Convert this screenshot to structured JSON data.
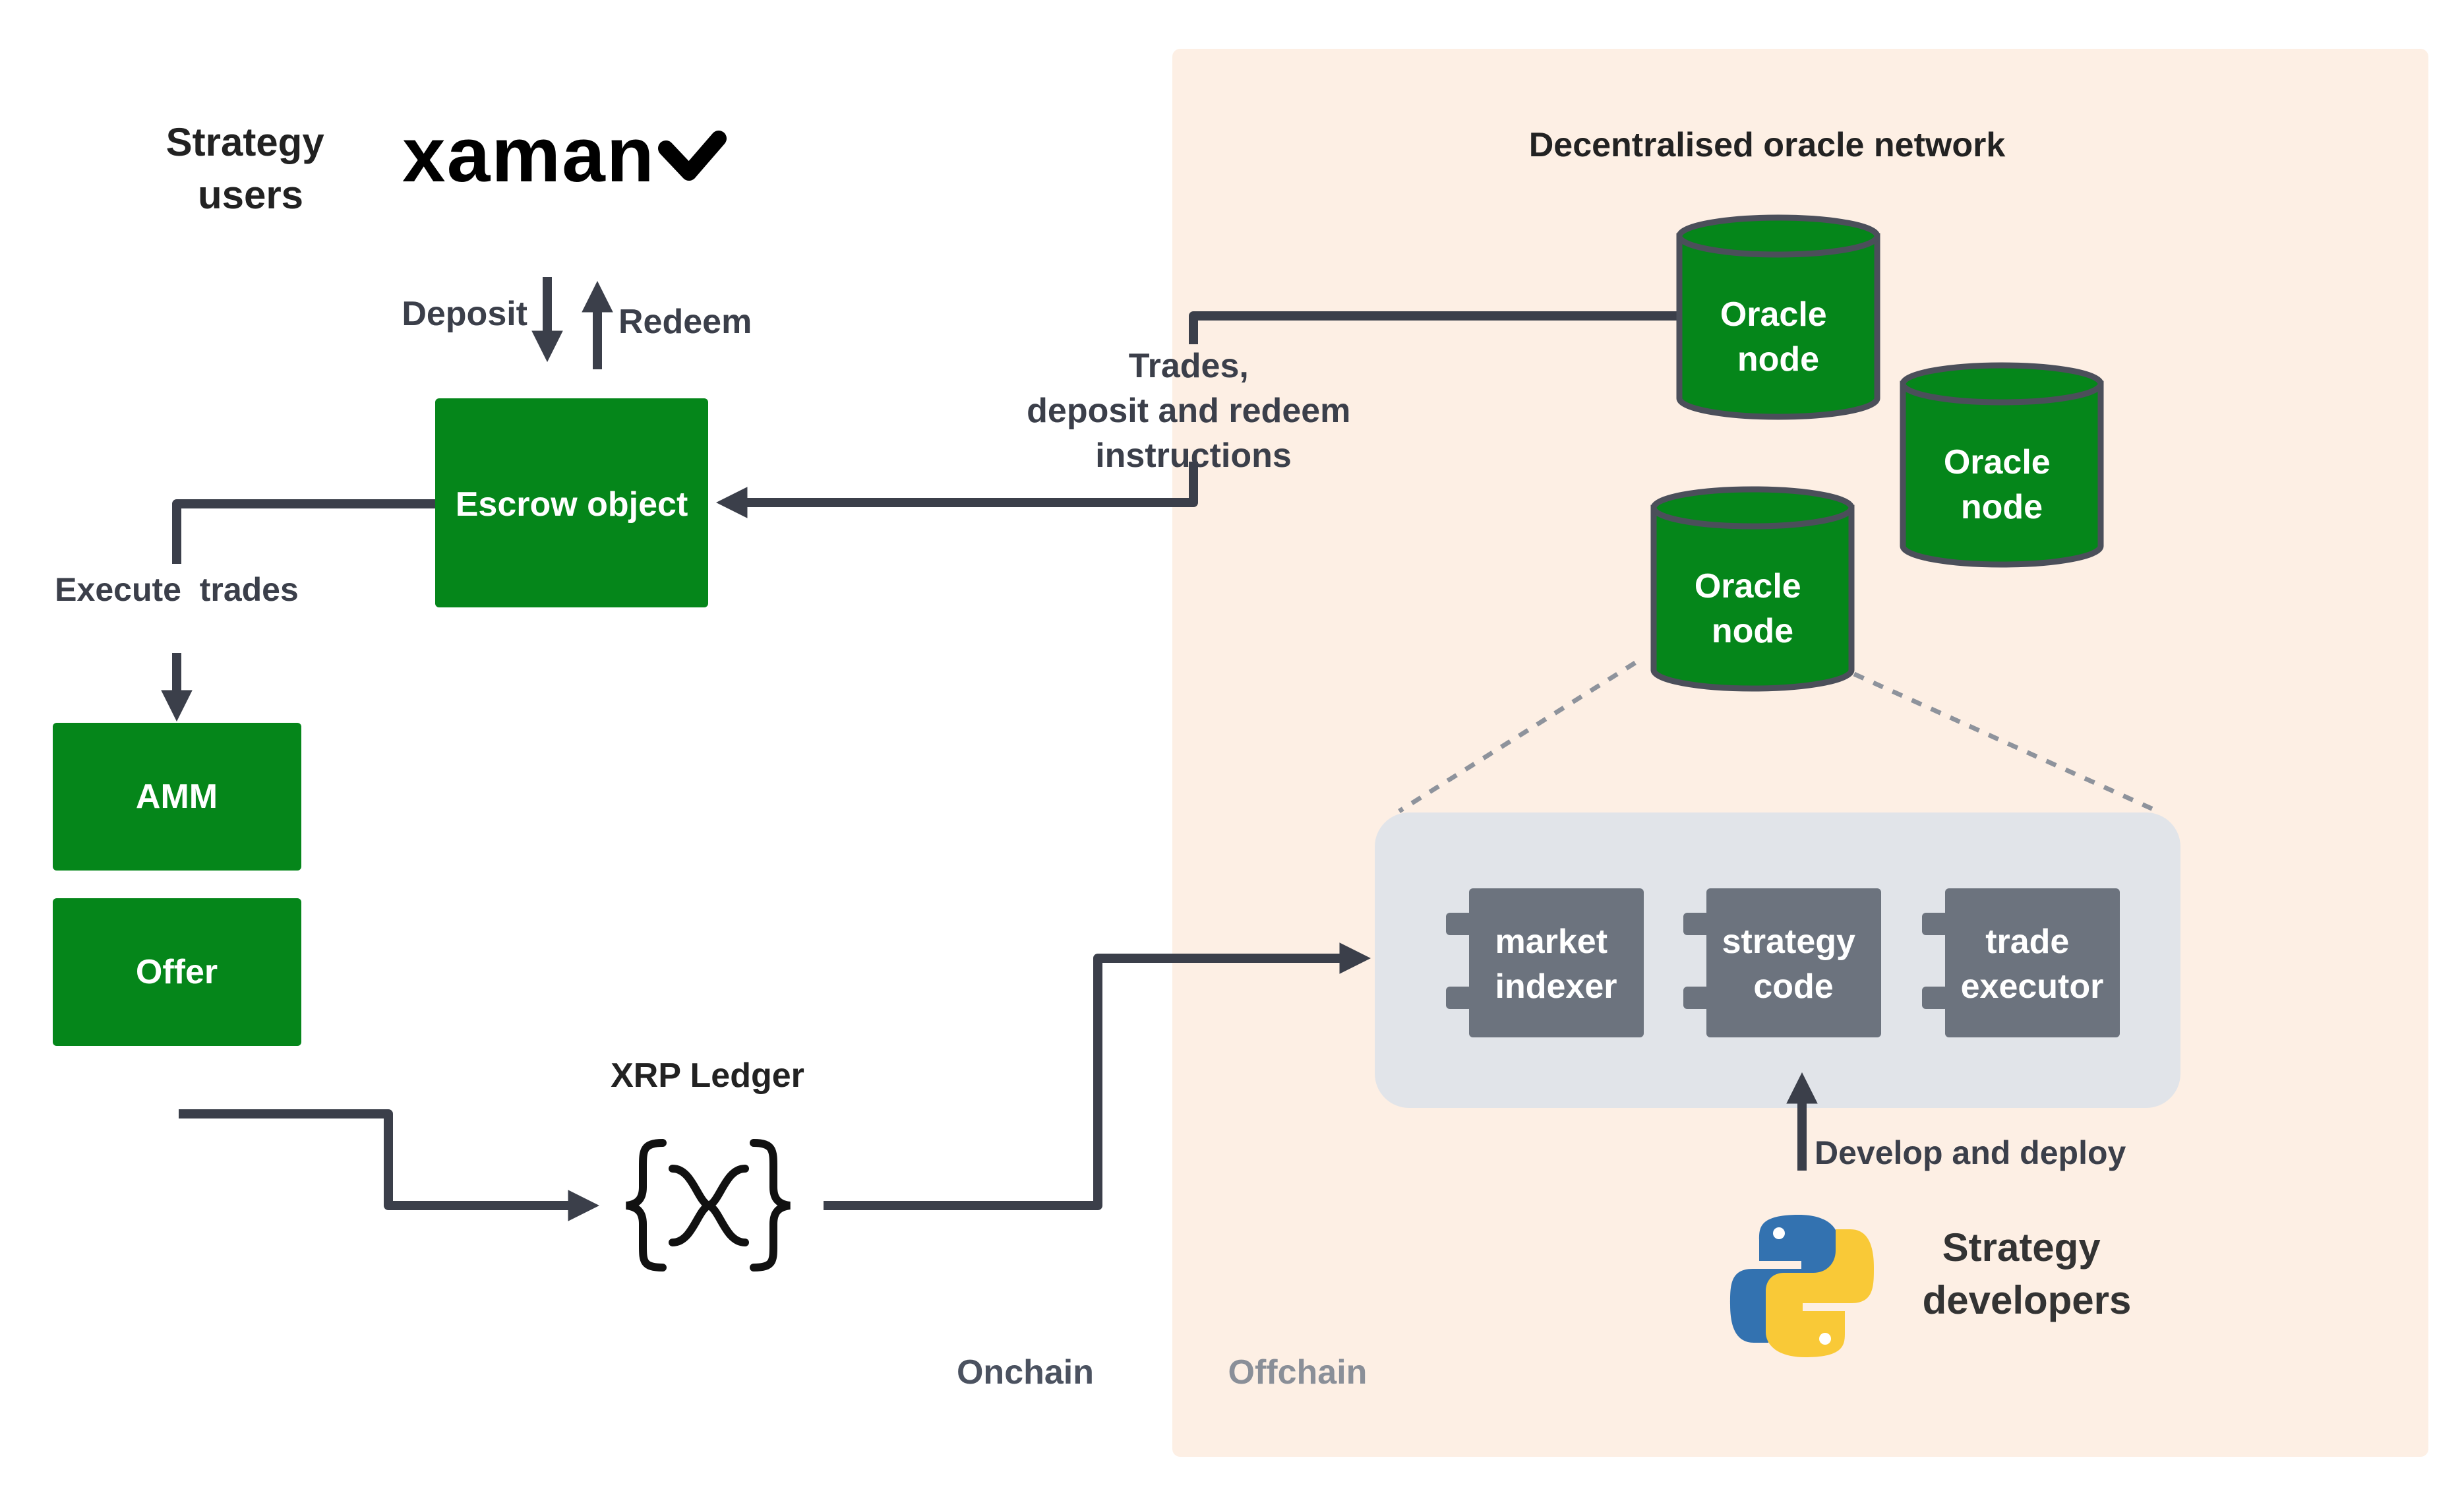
{
  "strategy_users": {
    "line1": "Strategy",
    "line2": "users"
  },
  "logo": {
    "text": "xaman",
    "icon": "checkmark-icon"
  },
  "deposit_label": "Deposit",
  "redeem_label": "Redeem",
  "escrow": {
    "label": "Escrow object"
  },
  "execute_trades_label": "Execute  trades",
  "amm": {
    "label": "AMM"
  },
  "offer": {
    "label": "Offer"
  },
  "xrp_ledger": {
    "label": "XRP Ledger",
    "icon": "xrp-ledger-logo-icon"
  },
  "instructions": {
    "line1": "Trades,",
    "line2": "deposit and redeem",
    "line3": "instructions"
  },
  "oracle_network": {
    "title": "Decentralised oracle network",
    "nodes": [
      {
        "line1": "Oracle",
        "line2": "node"
      },
      {
        "line1": "Oracle",
        "line2": "node"
      },
      {
        "line1": "Oracle",
        "line2": "node"
      }
    ]
  },
  "modules": [
    {
      "line1": "market",
      "line2": "indexer"
    },
    {
      "line1": "strategy",
      "line2": "code"
    },
    {
      "line1": "trade",
      "line2": "executor"
    }
  ],
  "develop_label": "Develop and deploy",
  "developers": {
    "line1": "Strategy",
    "line2": "developers",
    "icon": "python-logo-icon"
  },
  "zones": {
    "onchain": "Onchain",
    "offchain": "Offchain"
  },
  "colors": {
    "green": "#05861a",
    "offchain_bg": "#fdefe4",
    "module_grey": "#6c737e",
    "panel_grey": "#e1e4e9",
    "arrow": "#3b3f4a",
    "python_blue": "#3372b0",
    "python_yellow": "#f9c937"
  }
}
